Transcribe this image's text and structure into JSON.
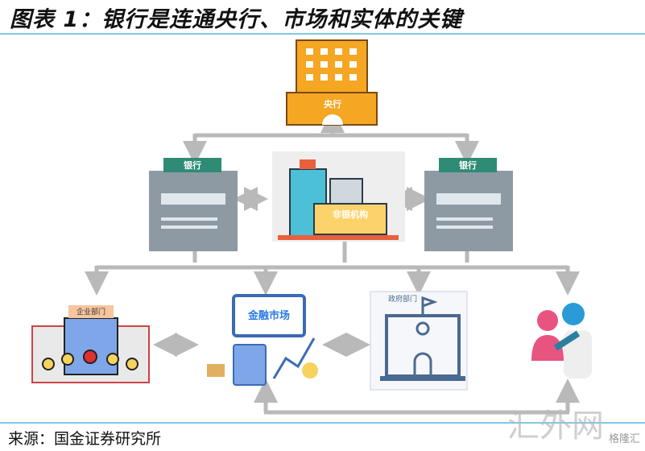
{
  "title": "图表 1：银行是连通央行、市场和实体的关键",
  "source": "来源：国金证券研究所",
  "watermark": "汇外网",
  "watermark_sub": "格隆汇",
  "nodes": {
    "central_bank": "央行",
    "bank_left": "银行",
    "bank_right": "银行",
    "non_bank": "非银机构",
    "enterprise": "企业部门",
    "financial_market": "金融市场",
    "government": "政府部门"
  },
  "colors": {
    "arrow": "#b9b9b9",
    "rule": "#7ec8e3",
    "orange": "#f5a623",
    "teal": "#2e8b74",
    "gray": "#8e9aa3"
  }
}
